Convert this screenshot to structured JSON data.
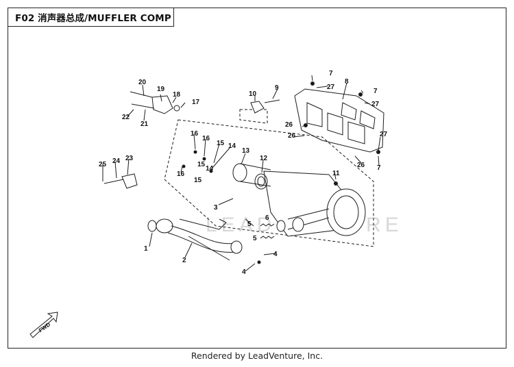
{
  "title": "F02 消声器总成/MUFFLER COMP",
  "footer": "Rendered by LeadVenture, Inc.",
  "watermark": "LEADVENTURE",
  "fwd_label": "FWD",
  "callouts": [
    "1",
    "2",
    "3",
    "4",
    "4",
    "5",
    "5",
    "6",
    "7",
    "7",
    "7",
    "8",
    "9",
    "10",
    "11",
    "12",
    "13",
    "14",
    "14",
    "15",
    "15",
    "15",
    "16",
    "16",
    "16",
    "17",
    "18",
    "19",
    "20",
    "21",
    "22",
    "23",
    "24",
    "25",
    "26",
    "26",
    "26",
    "27",
    "27",
    "27"
  ],
  "colors": {
    "line": "#1a1a1a",
    "watermark": "#d8d8d8"
  }
}
